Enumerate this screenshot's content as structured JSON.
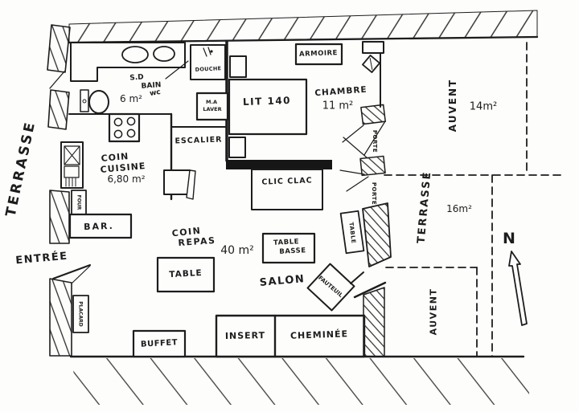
{
  "labels": {
    "terrasse_left": "TERRASSE",
    "entree": "ENTRÉE",
    "sdb_l1": "S.D",
    "sdb_l2": "BAIN",
    "sdb_l3": "wc",
    "sdb_area": "6 m²",
    "douche": "DOUCHE",
    "ml_l1": "M.A",
    "ml_l2": "LAVER",
    "escalier": "ESCALIER",
    "lit": "LIT 140",
    "armoire": "ARMOIRE",
    "chambre": "CHAMBRE",
    "chambre_area": "11 m²",
    "cuisine_l1": "COIN",
    "cuisine_l2": "CUISINE",
    "cuisine_area": "6,80 m²",
    "four": "FOUR",
    "bar": "BAR.",
    "repas_l1": "COIN",
    "repas_l2": "REPAS",
    "repas_area": "40 m²",
    "table": "TABLE",
    "clic_clac": "CLIC CLAC",
    "table_basse_l1": "TABLE",
    "table_basse_l2": "BASSE",
    "salon": "SALON",
    "fauteuil": "FAUTEUIL",
    "placard": "PLACARD",
    "buffet": "BUFFET",
    "insert": "INSERT",
    "cheminee": "CHEMINÉE",
    "porte1": "PORTE",
    "porte2": "PORTE",
    "table_terrasse": "TABLE",
    "auvent_top": "AUVENT",
    "auvent_top_area": "14m²",
    "terrasse_right": "TERRASSE",
    "terrasse_right_area": "16m²",
    "auvent_bottom": "AUVENT",
    "north": "N"
  },
  "colors": {
    "ink": "#1d1d1d",
    "paper": "#fdfdfc"
  }
}
